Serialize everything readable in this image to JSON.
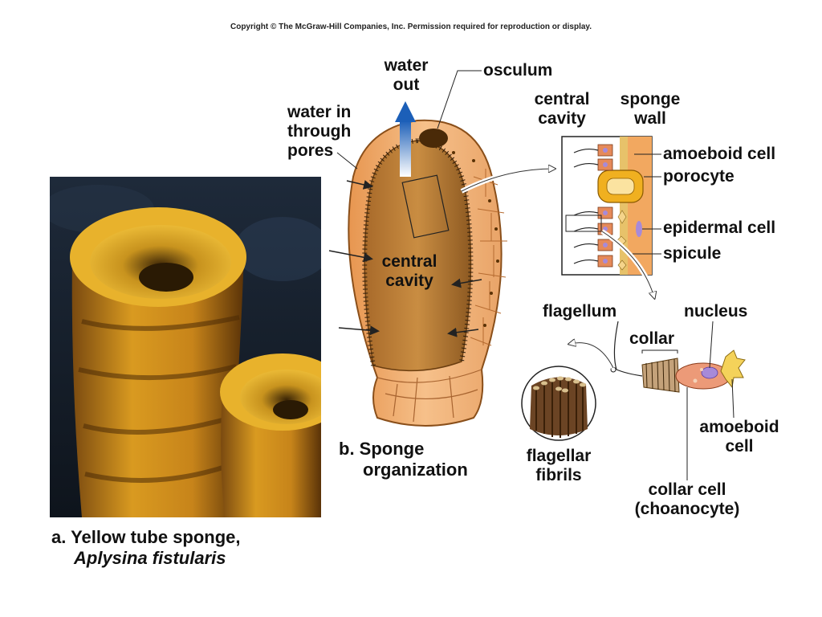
{
  "copyright": "Copyright © The McGraw-Hill Companies, Inc. Permission required for reproduction or display.",
  "caption_a": {
    "line1": "a. Yellow tube sponge,",
    "line2": "Aplysina fistularis"
  },
  "caption_b": {
    "line1": "b. Sponge",
    "line2": "organization"
  },
  "labels": {
    "water_out": {
      "line1": "water",
      "line2": "out"
    },
    "osculum": "osculum",
    "water_in": {
      "line1": "water in",
      "line2": "through",
      "line3": "pores"
    },
    "central_cavity_top": {
      "line1": "central",
      "line2": "cavity"
    },
    "sponge_wall": {
      "line1": "sponge",
      "line2": "wall"
    },
    "amoeboid_cell_top": "amoeboid cell",
    "porocyte": "porocyte",
    "epidermal_cell": "epidermal cell",
    "spicule": "spicule",
    "central_cavity_body": {
      "line1": "central",
      "line2": "cavity"
    },
    "flagellum": "flagellum",
    "nucleus": "nucleus",
    "collar": "collar",
    "amoeboid_cell_bottom": {
      "line1": "amoeboid",
      "line2": "cell"
    },
    "flagellar_fibrils": {
      "line1": "flagellar",
      "line2": "fibrils"
    },
    "collar_cell": {
      "line1": "collar cell",
      "line2": "(choanocyte)"
    }
  }
}
